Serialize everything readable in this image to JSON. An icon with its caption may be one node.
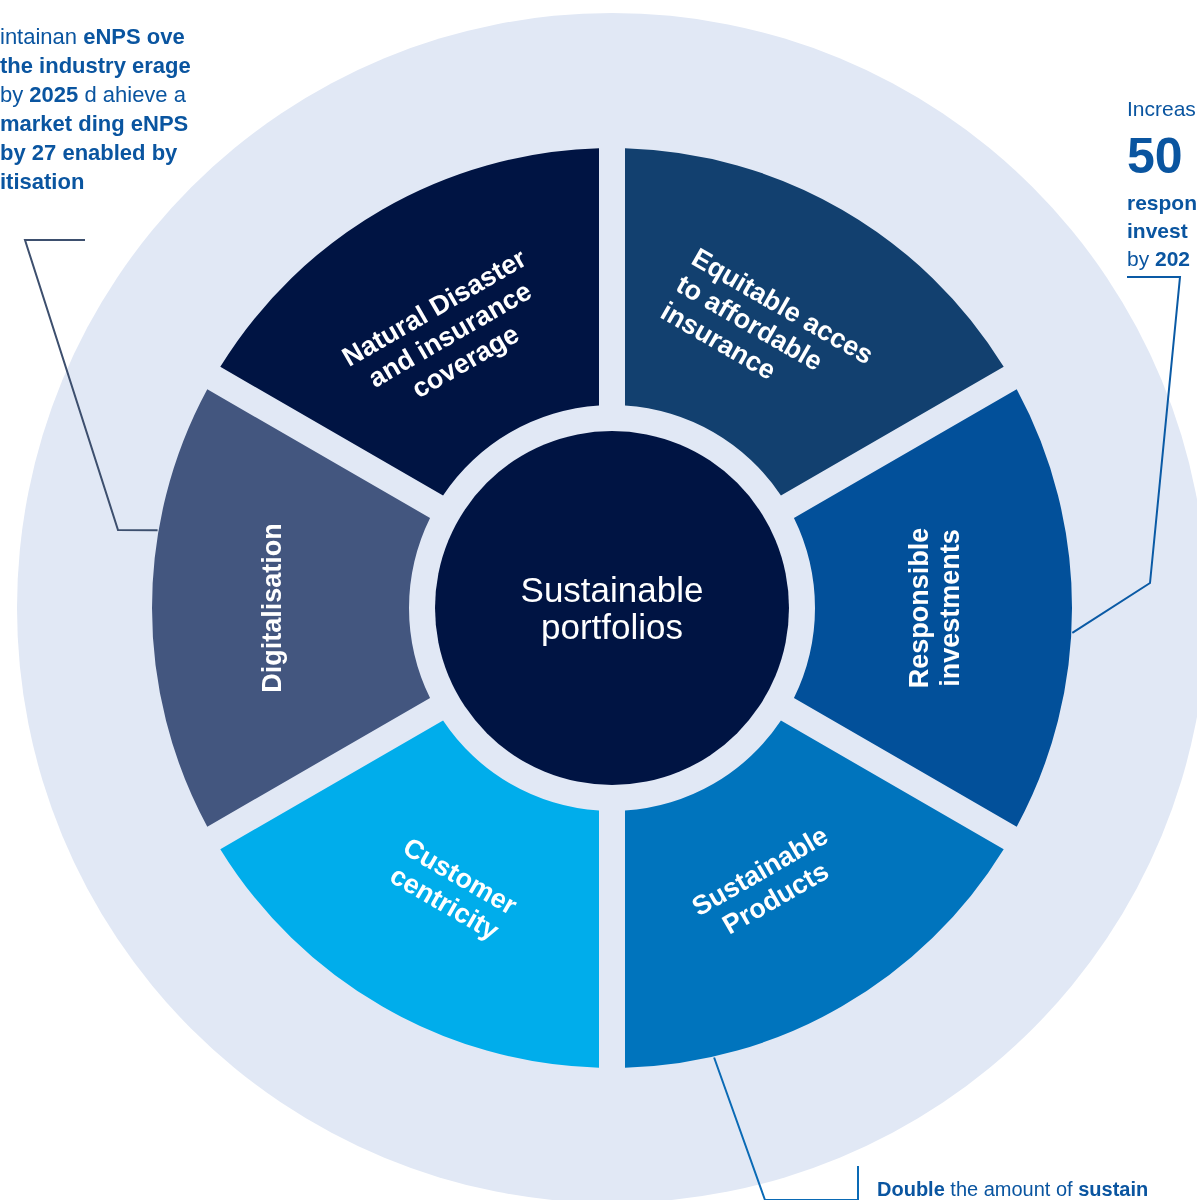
{
  "diagram": {
    "nodes": [
      {
        "text": [
          "Sustainable portfolios"
        ]
      },
      {
        "text": [
          "Natural Disaster and insurance coverage"
        ]
      },
      {
        "text": [
          "Equitable acces to affordable insurance"
        ]
      },
      {
        "text": [
          "Responsible investments"
        ]
      },
      {
        "text": [
          "Sustainable Products"
        ]
      },
      {
        "text": [
          "Customer centricity"
        ]
      },
      {
        "text": [
          "Digitalisation"
        ]
      },
      {
        "text": [
          "intainan **eNPS** **ove the industry** **erage** by **2025** d ahieve a **market** **ding eNPS by** **27 enabled by** **itisation**"
        ]
      },
      {
        "text": [
          "Increas",
          "50",
          "**respon** **invest** by **202**"
        ]
      },
      {
        "text": [
          "**Double** the amount of **sustain**"
        ]
      }
    ],
    "edges": [
      {
        "from": 7,
        "to": 6,
        "arrow": "none"
      },
      {
        "from": 8,
        "to": 3,
        "arrow": "none"
      },
      {
        "from": 9,
        "to": 4,
        "arrow": "none"
      }
    ]
  }
}
